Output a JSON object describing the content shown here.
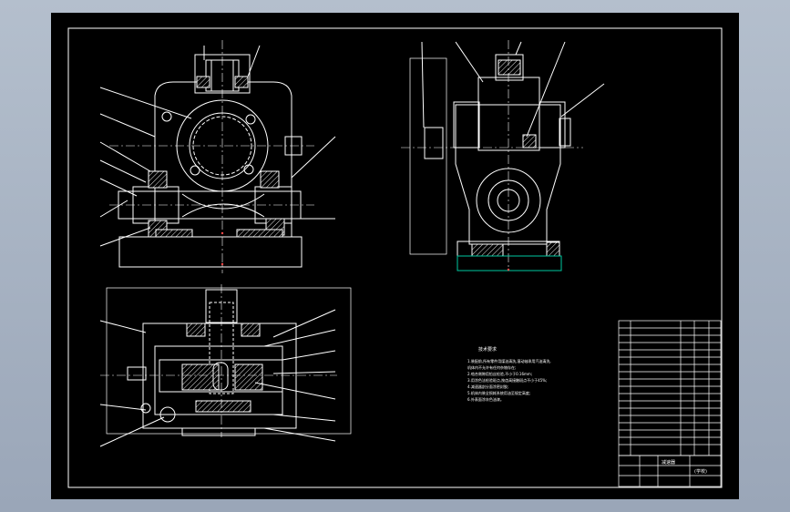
{
  "drawing": {
    "background": "#000000",
    "line_color": "#ffffff",
    "accent_color": "#ff4a4a",
    "highlight_color": "#00c8a0",
    "tech_requirements": {
      "title": "技术要求",
      "lines": [
        "1.装配前,所有零件用煤油清洗,滚动轴承用汽油清洗,",
        "  机体内不允许有任何杂物存在;",
        "2.啮合侧隙用铅丝检验,不小于0.16mm;",
        "3.用涂色法检验斑点,按齿高接触斑点不小于45%;",
        "4.减速器剖分面涂密封胶;",
        "5.机体内装全损耗系统用油至规定高度;",
        "6.外表面涂灰色油漆。"
      ]
    },
    "title_block": {
      "drawing_name": "减速器",
      "scale_label": "(学校)"
    }
  }
}
